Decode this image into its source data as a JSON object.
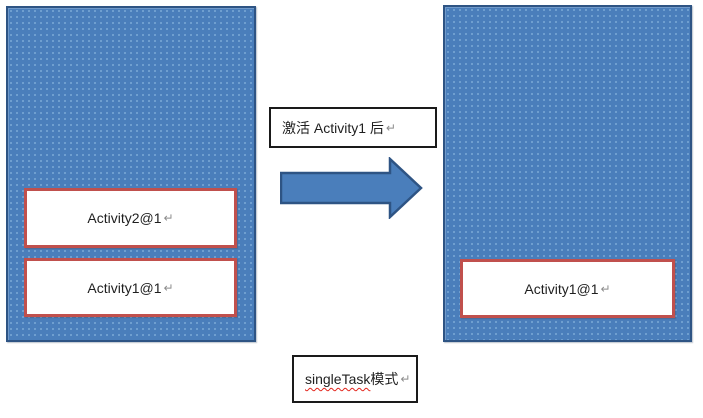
{
  "colors": {
    "task_fill": "#4a7ebb",
    "task_border": "#2e5484",
    "activity_border": "#c0504d",
    "label_border": "#1a1a1a",
    "text_color": "#1f1f1f",
    "mark_color": "#8c8c8c",
    "spell_color": "#e2231a",
    "canvas_bg": "#ffffff"
  },
  "return_mark": "↵",
  "left_task": {
    "name": "task stack before activation",
    "activities": [
      {
        "label": "Activity2@1"
      },
      {
        "label": "Activity1@1"
      }
    ]
  },
  "right_task": {
    "name": "task stack after activation",
    "activities": [
      {
        "label": "Activity1@1"
      }
    ]
  },
  "transition_label": {
    "text": "激活 Activity1 后"
  },
  "caption": {
    "misspelled_word": "singleTask",
    "rest": " 模式"
  },
  "arrow": {
    "direction": "right",
    "name": "transition arrow"
  }
}
